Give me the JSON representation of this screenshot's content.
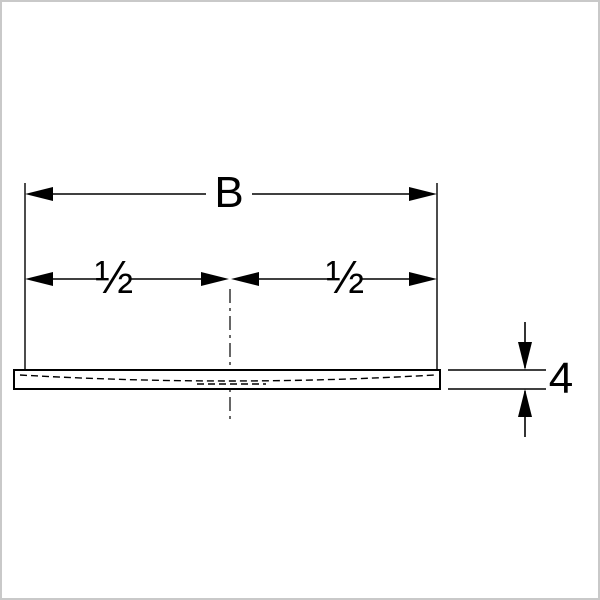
{
  "drawing": {
    "type": "technical-dimension-diagram",
    "description": "Cross-section of a flat shower tray with width and thickness dimensions",
    "labels": {
      "total_width": "B",
      "half_left": "½",
      "half_right": "½",
      "thickness": "4"
    },
    "colors": {
      "line": "#000000",
      "background": "#ffffff",
      "frame_border": "#c9c9c9"
    }
  }
}
